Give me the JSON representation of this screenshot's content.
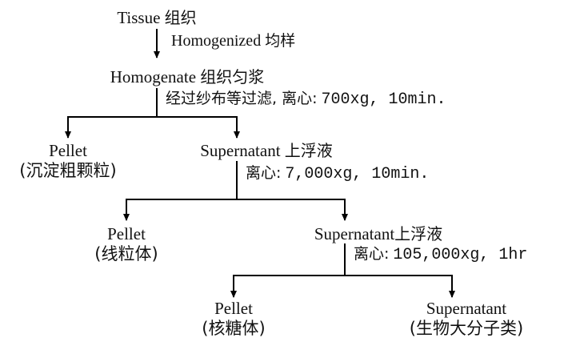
{
  "diagram": {
    "title": "Tissue fractionation flowchart",
    "background": "#ffffff",
    "line_color": "#000000",
    "nodes": {
      "tissue": {
        "en": "Tissue",
        "cn": "组织"
      },
      "homogenate": {
        "en": "Homogenate",
        "cn": "组织匀浆"
      },
      "pellet1": {
        "en": "Pellet",
        "cn": "(沉淀粗颗粒)"
      },
      "supernatant1": {
        "en": "Supernatant",
        "cn": "上浮液"
      },
      "pellet2": {
        "en": "Pellet",
        "cn": "(线粒体)"
      },
      "supernatant2": {
        "en": "Supernatant",
        "cn": "上浮液"
      },
      "pellet3": {
        "en": "Pellet",
        "cn": "(核糖体)"
      },
      "supernatant3": {
        "en": "Supernatant",
        "cn": "(生物大分子类)"
      }
    },
    "annotations": {
      "homogenize": {
        "en": "Homogenized",
        "cn": "均样"
      },
      "step1": {
        "cn": "经过纱布等过滤, 离心:",
        "value": "700xg, 10min."
      },
      "step2": {
        "cn": "离心:",
        "value": "7,000xg, 10min."
      },
      "step3": {
        "cn": "离心:",
        "value": "105,000xg, 1hr"
      }
    }
  }
}
